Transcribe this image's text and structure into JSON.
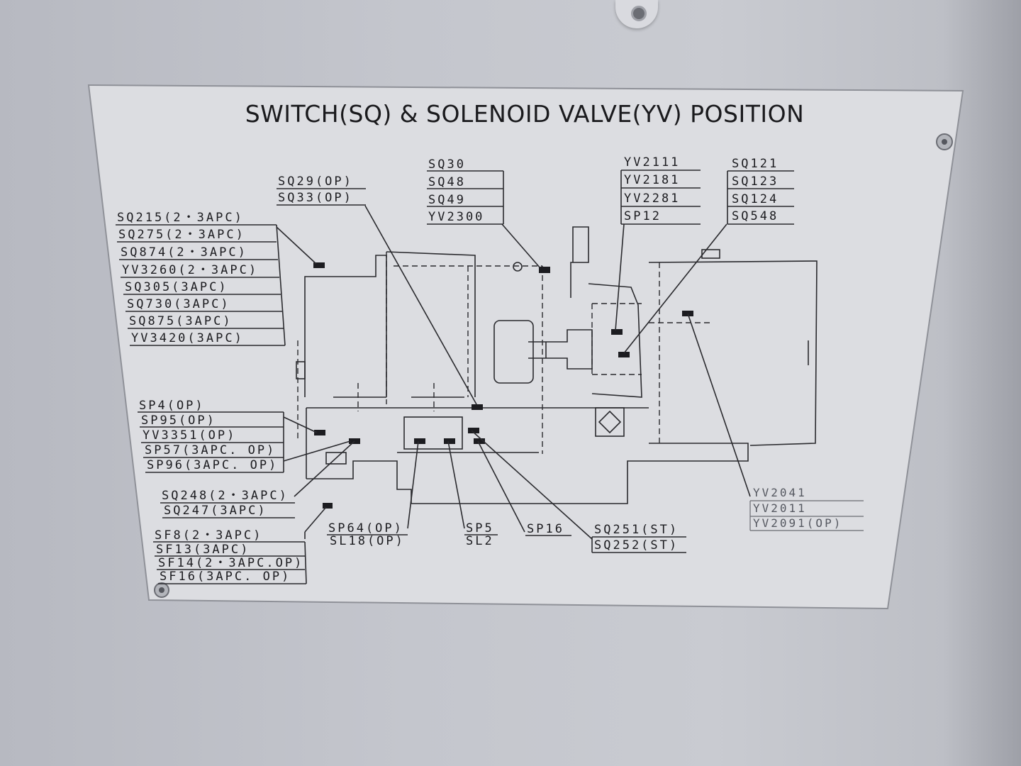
{
  "title": "SWITCH(SQ) & SOLENOID VALVE(YV) POSITION",
  "groups": {
    "top_center": [
      "SQ30",
      "SQ48",
      "SQ49",
      "YV2300"
    ],
    "top_left_op": [
      "SQ29(OP)",
      "SQ33(OP)"
    ],
    "top_right_yv": [
      "YV2111",
      "YV2181",
      "YV2281",
      "SP12"
    ],
    "top_right_sq": [
      "SQ121",
      "SQ123",
      "SQ124",
      "SQ548"
    ],
    "left_apc": [
      "SQ215(2・3APC)",
      "SQ275(2・3APC)",
      "SQ874(2・3APC)",
      "YV3260(2・3APC)",
      "SQ305(3APC)",
      "SQ730(3APC)",
      "SQ875(3APC)",
      "YV3420(3APC)"
    ],
    "left_sp": [
      "SP4(OP)",
      "SP95(OP)",
      "YV3351(OP)",
      "SP57(3APC. OP)",
      "SP96(3APC. OP)"
    ],
    "left_sq248": [
      "SQ248(2・3APC)",
      "SQ247(3APC)"
    ],
    "left_sf": [
      "SF8(2・3APC)",
      "SF13(3APC)",
      "SF14(2・3APC.OP)",
      "SF16(3APC. OP)"
    ],
    "bottom_sp64": [
      "SP64(OP)",
      "SL18(OP)"
    ],
    "bottom_sp5": [
      "SP5",
      "SL2"
    ],
    "bottom_sp16": [
      "SP16"
    ],
    "bottom_sq251": [
      "SQ251(ST)",
      "SQ252(ST)"
    ],
    "right_yv": [
      "YV2041",
      "YV2011",
      "YV2091(OP)"
    ]
  },
  "colors": {
    "plate": "#dcdde1",
    "ink": "#1c1c20",
    "wall": "#c4c6cd"
  },
  "icons": [
    "screw-top-icon",
    "rivet-icon"
  ]
}
